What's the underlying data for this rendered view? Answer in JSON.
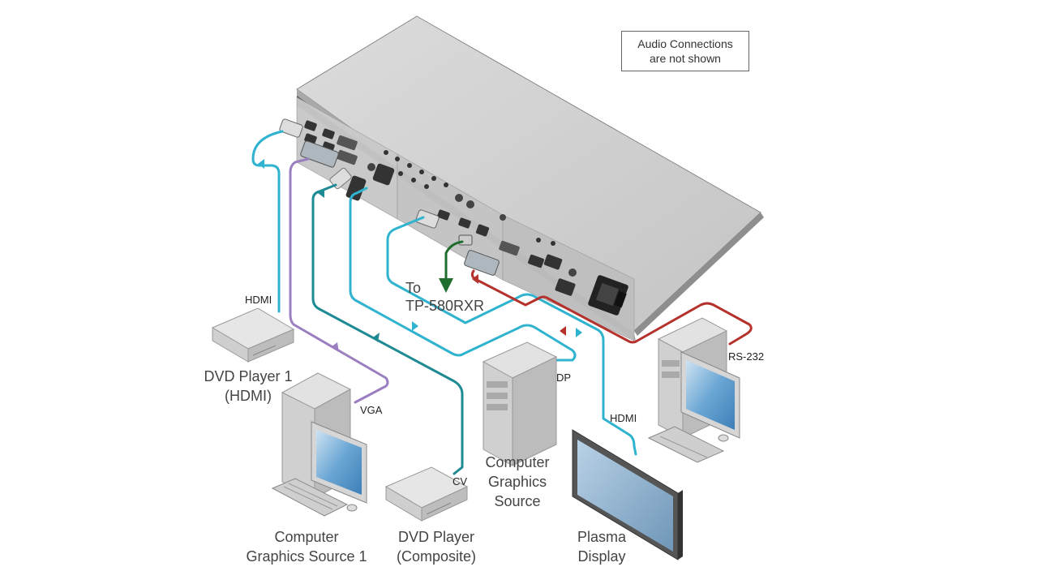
{
  "note": {
    "line1": "Audio Connections",
    "line2": "are not shown"
  },
  "signals": {
    "hdmi_dvd": "HDMI",
    "vga": "VGA",
    "cv": "CV",
    "dp": "DP",
    "hdmi_display": "HDMI",
    "rs232": "RS-232"
  },
  "to_rx": {
    "line1": "To",
    "line2": "TP-580RXR"
  },
  "devices": {
    "dvd1": {
      "line1": "DVD Player 1",
      "line2": "(HDMI)"
    },
    "cg1": {
      "line1": "Computer",
      "line2": "Graphics Source 1"
    },
    "dvd_comp": {
      "line1": "DVD Player",
      "line2": "(Composite)"
    },
    "cg": {
      "line1": "Computer",
      "line2": "Graphics",
      "line3": "Source"
    },
    "plasma": {
      "line1": "Plasma",
      "line2": "Display"
    }
  },
  "colors": {
    "hdmi_cable": "#2fb3cf",
    "vga_cable": "#9b7fc0",
    "cv_cable": "#1e8a94",
    "rs232_cable": "#b5322c",
    "tp_cable": "#1f6e2e"
  }
}
